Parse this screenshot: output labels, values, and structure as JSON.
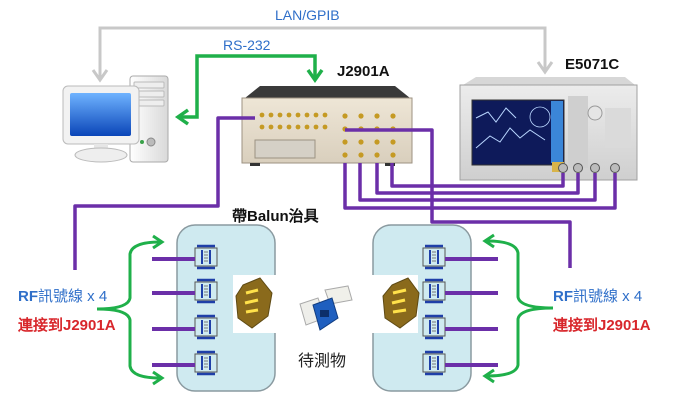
{
  "diagram": {
    "type": "test-setup",
    "connections": {
      "lan_gpib": "LAN/GPIB",
      "rs232": "RS-232"
    },
    "instruments": {
      "switch_matrix": "J2901A",
      "network_analyzer": "E5071C",
      "pc": "PC"
    },
    "fixture_label": "帶Balun治具",
    "dut_label": "待測物",
    "left_note": {
      "rf_prefix": "RF",
      "rf_text": "訊號線 x 4",
      "connect_text": "連接到J2901A"
    },
    "right_note": {
      "rf_prefix": "RF",
      "rf_text": "訊號線 x 4",
      "connect_text": "連接到J2901A"
    },
    "colors": {
      "lan_line": "#c8c8c8",
      "rs232_line": "#1fb04a",
      "rf_cable": "#6b2fa8",
      "fixture_fill": "#cfeaf0",
      "fixture_border": "#8a9aa0",
      "label_blue": "#2f6fc9",
      "label_red": "#d8262b"
    }
  }
}
